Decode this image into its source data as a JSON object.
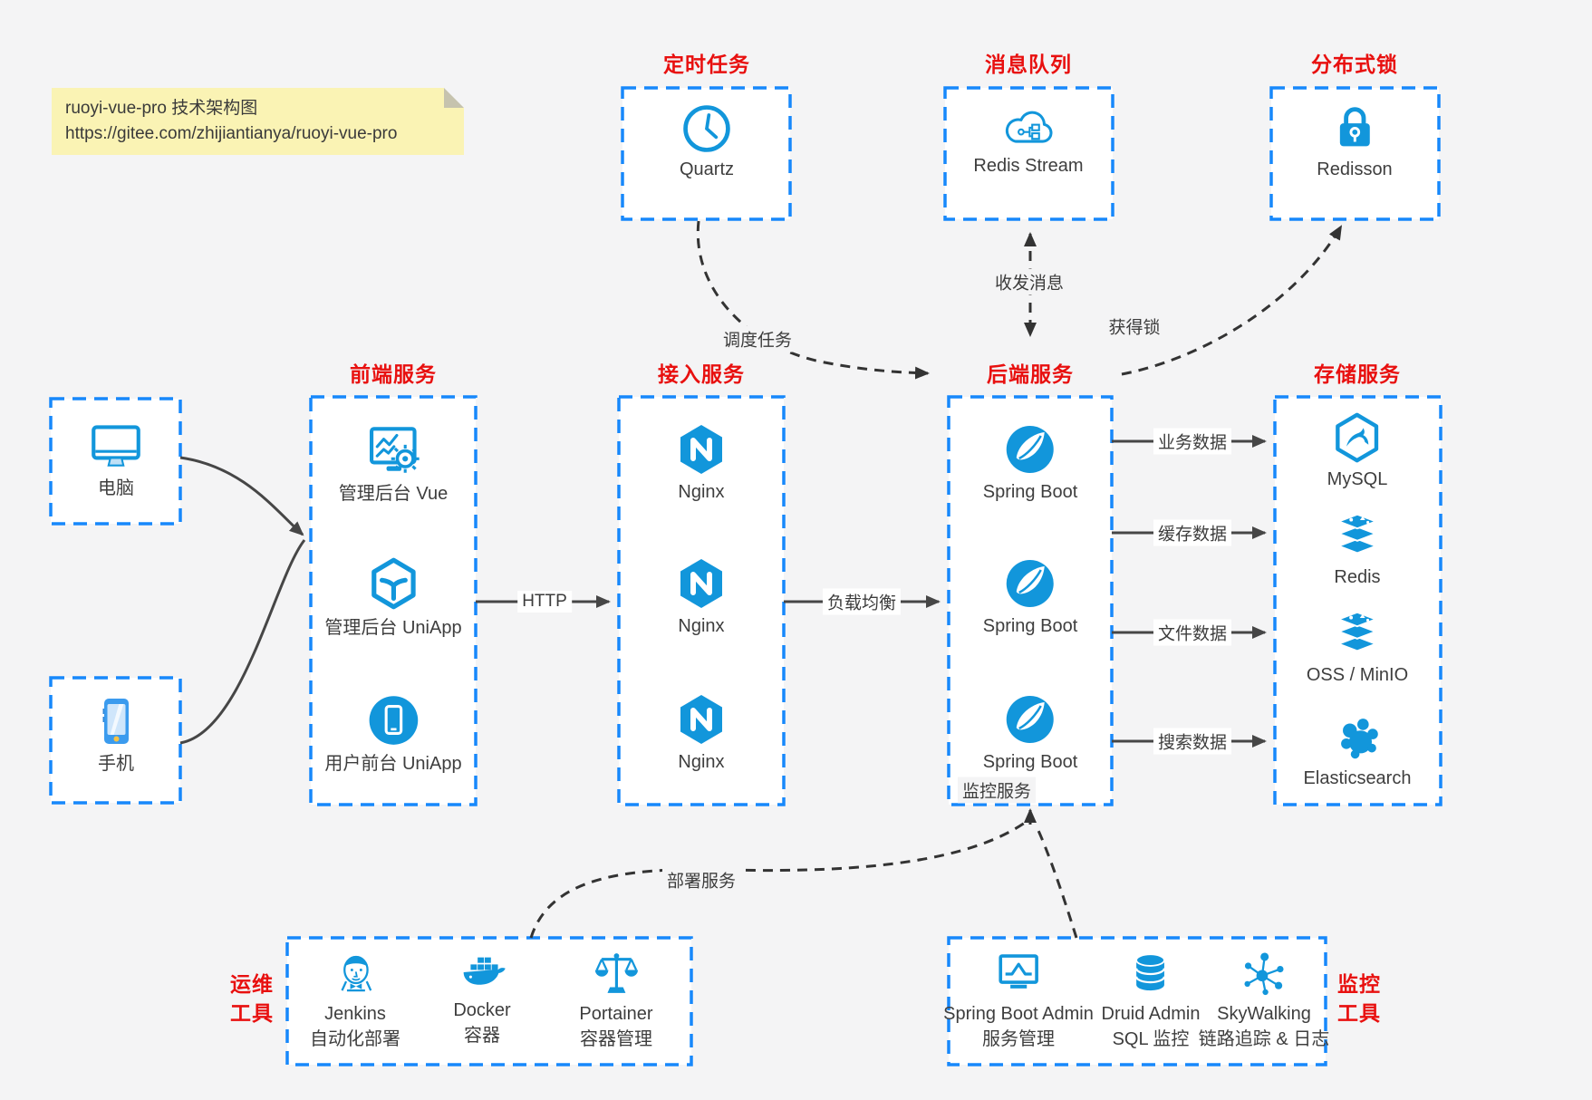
{
  "note": {
    "line1": "ruoyi-vue-pro 技术架构图",
    "line2": "https://gitee.com/zhijiantianya/ruoyi-vue-pro"
  },
  "colors": {
    "icon_blue": "#1296db",
    "border_blue": "#1788fb",
    "title_red": "#e8100f",
    "solid_arrow": "#464646",
    "dashed_arrow": "#333333",
    "canvas_bg": "#f4f4f5",
    "note_bg": "#faf3b4"
  },
  "clients": [
    {
      "label": "电脑"
    },
    {
      "label": "手机"
    }
  ],
  "groups": {
    "scheduled_jobs": {
      "title": "定时任务",
      "items": [
        {
          "label": "Quartz"
        }
      ]
    },
    "message_queue": {
      "title": "消息队列",
      "items": [
        {
          "label": "Redis Stream"
        }
      ]
    },
    "distributed_lock": {
      "title": "分布式锁",
      "items": [
        {
          "label": "Redisson"
        }
      ]
    },
    "frontend": {
      "title": "前端服务",
      "items": [
        {
          "label": "管理后台 Vue"
        },
        {
          "label": "管理后台 UniApp"
        },
        {
          "label": "用户前台 UniApp"
        }
      ]
    },
    "gateway": {
      "title": "接入服务",
      "items": [
        {
          "label": "Nginx"
        },
        {
          "label": "Nginx"
        },
        {
          "label": "Nginx"
        }
      ]
    },
    "backend": {
      "title": "后端服务",
      "items": [
        {
          "label": "Spring Boot"
        },
        {
          "label": "Spring Boot"
        },
        {
          "label": "Spring Boot"
        }
      ]
    },
    "storage": {
      "title": "存储服务",
      "items": [
        {
          "label": "MySQL"
        },
        {
          "label": "Redis"
        },
        {
          "label": "OSS / MinIO"
        },
        {
          "label": "Elasticsearch"
        }
      ]
    },
    "ops_tools": {
      "title_line1": "运维",
      "title_line2": "工具",
      "items": [
        {
          "name": "Jenkins",
          "desc": "自动化部署"
        },
        {
          "name": "Docker",
          "desc": "容器"
        },
        {
          "name": "Portainer",
          "desc": "容器管理"
        }
      ]
    },
    "monitor_tools": {
      "title_line1": "监控",
      "title_line2": "工具",
      "items": [
        {
          "name": "Spring Boot Admin",
          "desc": "服务管理"
        },
        {
          "name": "Druid Admin",
          "desc": "SQL 监控"
        },
        {
          "name": "SkyWalking",
          "desc": "链路追踪 & 日志"
        }
      ]
    }
  },
  "edges": {
    "http": "HTTP",
    "load_balance": "负载均衡",
    "schedule": "调度任务",
    "messages": "收发消息",
    "acquire_lock": "获得锁",
    "business_data": "业务数据",
    "cache_data": "缓存数据",
    "file_data": "文件数据",
    "search_data": "搜索数据",
    "deploy": "部署服务",
    "monitor": "监控服务"
  }
}
